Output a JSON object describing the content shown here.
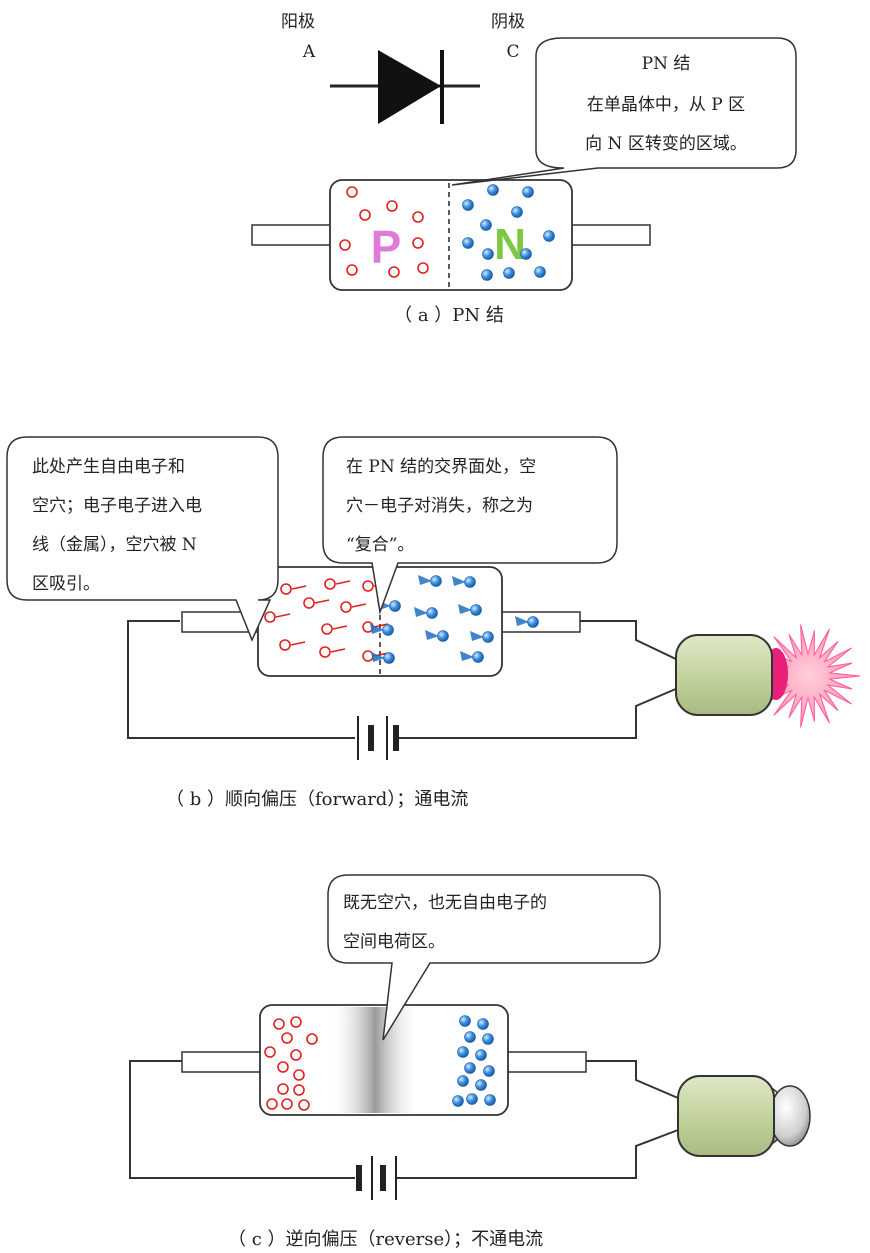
{
  "symbol": {
    "anode_cn": "阳极",
    "anode_letter": "A",
    "cathode_cn": "阴极",
    "cathode_letter": "C"
  },
  "panel_a": {
    "bubble_lines": [
      "PN 结",
      "在单晶体中，从 P 区",
      "向 N 区转变的区域。"
    ],
    "p_letter": "P",
    "n_letter": "N",
    "caption": "（ a ）PN 结"
  },
  "panel_b": {
    "bubble_left_lines": [
      "此处产生自由电子和",
      "空穴；电子电子进入电",
      "线（金属），空穴被 N",
      "区吸引。"
    ],
    "bubble_right_lines": [
      "在 PN 结的交界面处，空",
      "穴－电子对消失，称之为",
      "“复合”。"
    ],
    "caption": "（ b ）顺向偏压（forward）；通电流"
  },
  "panel_c": {
    "bubble_lines": [
      "既无空穴，也无自由电子的",
      "空间电荷区。"
    ],
    "caption": "（ c ）逆向偏压（reverse）；不通电流"
  },
  "colors": {
    "hole": "#e02020",
    "electron": "#1e6fc0",
    "p_letter": "#e07ad8",
    "n_letter": "#7cc842",
    "bulb_body": "#c8d6a8",
    "glow": "#ff9fb0",
    "stroke": "#333333"
  }
}
